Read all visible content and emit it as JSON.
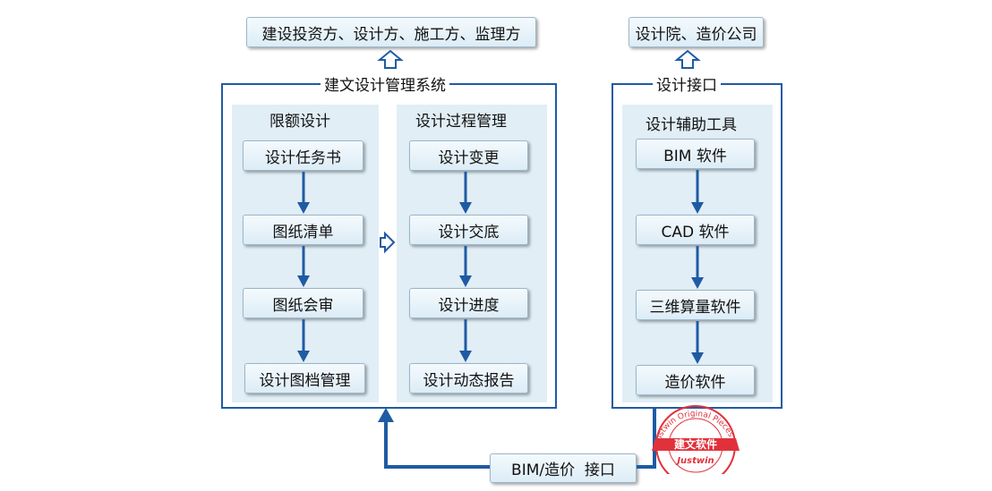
{
  "top_targets": {
    "left": "建设投资方、设计方、施工方、监理方",
    "right": "设计院、造价公司"
  },
  "main_system": {
    "title": "建文设计管理系统",
    "quota_panel": {
      "title": "限额设计",
      "steps": [
        "设计任务书",
        "图纸清单",
        "图纸会审",
        "设计图档管理"
      ]
    },
    "process_panel": {
      "title": "设计过程管理",
      "steps": [
        "设计变更",
        "设计交底",
        "设计进度",
        "设计动态报告"
      ]
    }
  },
  "design_interface": {
    "title": "设计接口",
    "tools_panel": {
      "title": "设计辅助工具",
      "steps": [
        "BIM 软件",
        "CAD 软件",
        "三维算量软件",
        "造价软件"
      ]
    }
  },
  "bottom_interface": {
    "label": "BIM/造价  接口"
  },
  "stamp": {
    "text": "建文软件",
    "arc_text": "Justwin Original Pieces",
    "brand": "Justwin"
  },
  "colors": {
    "line": "#1f5ba3",
    "panel": "#e1eef6",
    "stamp": "#e0313b"
  }
}
